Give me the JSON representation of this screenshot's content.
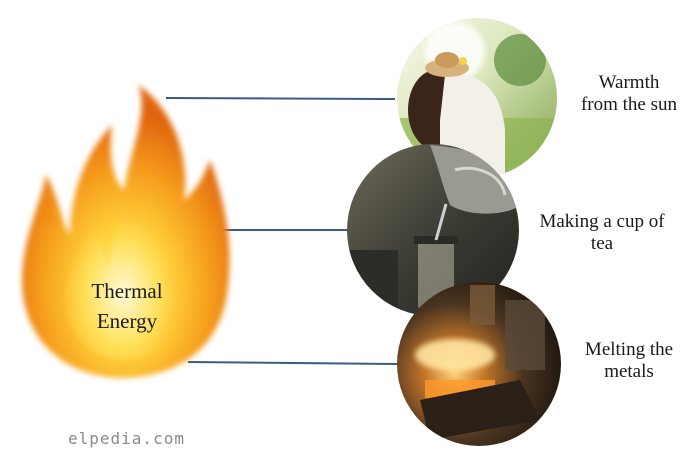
{
  "center": {
    "label_line1": "Thermal",
    "label_line2": "Energy"
  },
  "examples": [
    {
      "line1": "Warmth",
      "line2": "from the sun"
    },
    {
      "line1": "Making a cup of",
      "line2": "tea"
    },
    {
      "line1": "Melting the",
      "line2": "metals"
    }
  ],
  "watermark": "elpedia.com",
  "colors": {
    "connector": "#3b5b86",
    "flame_outer": "#f39a1e",
    "flame_inner": "#ffe04a"
  }
}
